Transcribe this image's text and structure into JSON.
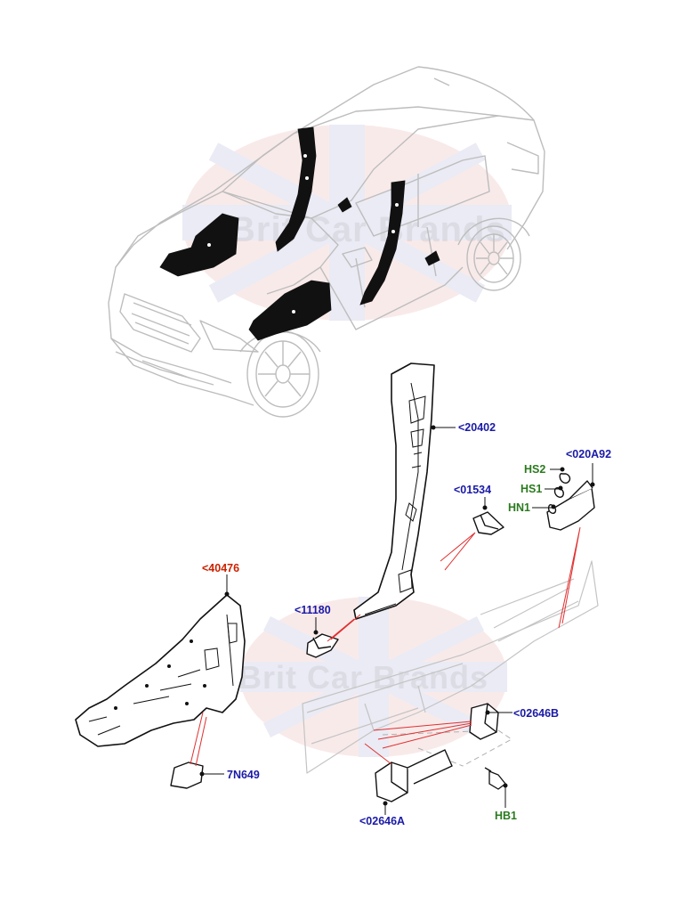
{
  "colors": {
    "part_number": "#1a1aa8",
    "highlight": "#cc2200",
    "fastener": "#2b7a1f",
    "leader": "#e03030",
    "outline": "#bdbdbd",
    "part_fill": "#111111"
  },
  "watermark": {
    "text": "Brit Car Brands"
  },
  "callouts": {
    "p20402": "<20402",
    "p020A92": "<020A92",
    "hs2": "HS2",
    "hs1": "HS1",
    "hn1": "HN1",
    "p01534": "<01534",
    "p40476": "<40476",
    "p11180": "<11180",
    "p02646B": "<02646B",
    "p7N649": "7N649",
    "p02646A": "<02646A",
    "hb1": "HB1"
  }
}
